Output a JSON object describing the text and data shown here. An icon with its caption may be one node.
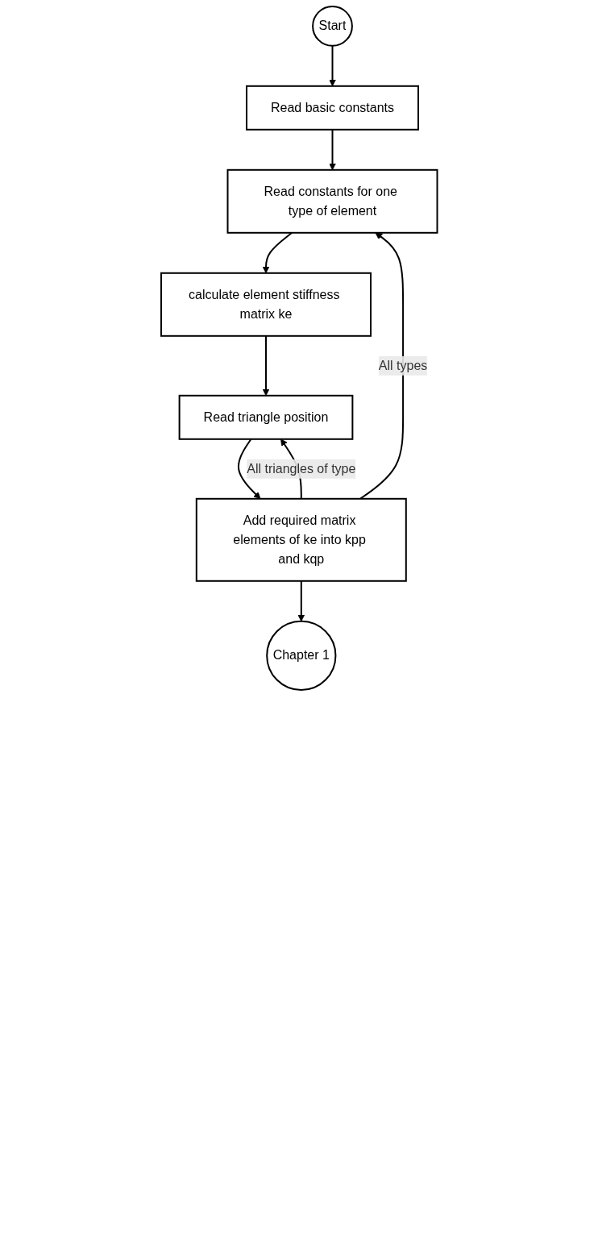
{
  "diagram": {
    "nodes": [
      {
        "text": [
          "Start"
        ]
      },
      {
        "text": [
          "Read basic constants"
        ]
      },
      {
        "text": [
          "Read constants for one type of element"
        ]
      },
      {
        "text": [
          "calculate element stiffness matrix ke"
        ]
      },
      {
        "text": [
          "Read triangle position"
        ]
      },
      {
        "text": [
          "Add required matrix elements of ke into kpp and kqp"
        ]
      },
      {
        "text": [
          "Chapter 1"
        ]
      }
    ],
    "edges": [
      {
        "from": 0,
        "to": 1,
        "arrow": "to"
      },
      {
        "from": 1,
        "to": 2,
        "arrow": "to"
      },
      {
        "from": 2,
        "to": 3,
        "arrow": "to"
      },
      {
        "from": 3,
        "to": 4,
        "arrow": "to"
      },
      {
        "from": 4,
        "to": 5,
        "arrow": "to"
      },
      {
        "from": 5,
        "to": 4,
        "arrow": "to",
        "label": "All triangles of type"
      },
      {
        "from": 5,
        "to": 2,
        "arrow": "to",
        "label": "All types"
      },
      {
        "from": 5,
        "to": 6,
        "arrow": "to"
      }
    ]
  }
}
